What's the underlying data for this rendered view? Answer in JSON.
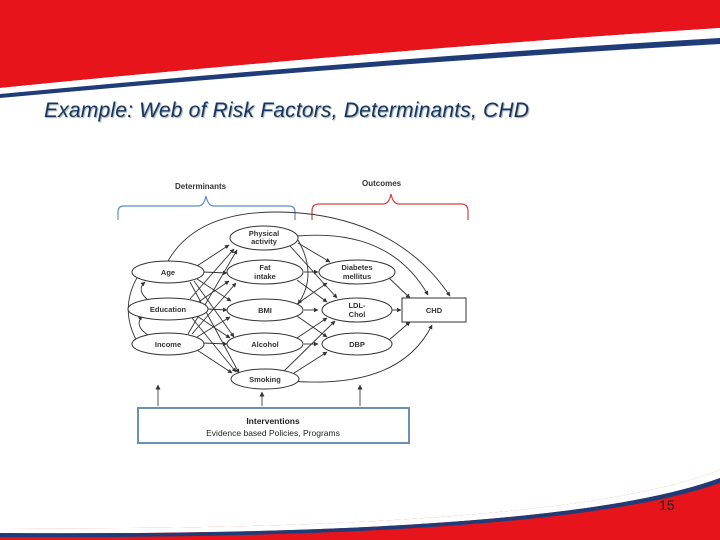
{
  "slide": {
    "title": "Example: Web of Risk Factors, Determinants, CHD",
    "page_number": "15",
    "colors": {
      "banner_red": "#e8141b",
      "title_navy": "#17365d",
      "determinants_brace": "#5b8ec7",
      "outcomes_brace": "#d94040"
    }
  },
  "diagram": {
    "headers": {
      "determinants": "Determinants",
      "outcomes": "Outcomes"
    },
    "nodes": {
      "physical_activity": [
        "Physical",
        "activity"
      ],
      "fat_intake": [
        "Fat",
        "intake"
      ],
      "bmi": [
        "BMI"
      ],
      "alcohol": [
        "Alcohol"
      ],
      "smoking": [
        "Smoking"
      ],
      "age": [
        "Age"
      ],
      "education": [
        "Education"
      ],
      "income": [
        "Income"
      ],
      "diabetes": [
        "Diabetes",
        "mellitus"
      ],
      "ldl": [
        "LDL-",
        "Chol"
      ],
      "dbp": [
        "DBP"
      ],
      "chd": [
        "CHD"
      ]
    },
    "interventions": {
      "title": "Interventions",
      "subtitle": "Evidence based Policies, Programs"
    }
  }
}
